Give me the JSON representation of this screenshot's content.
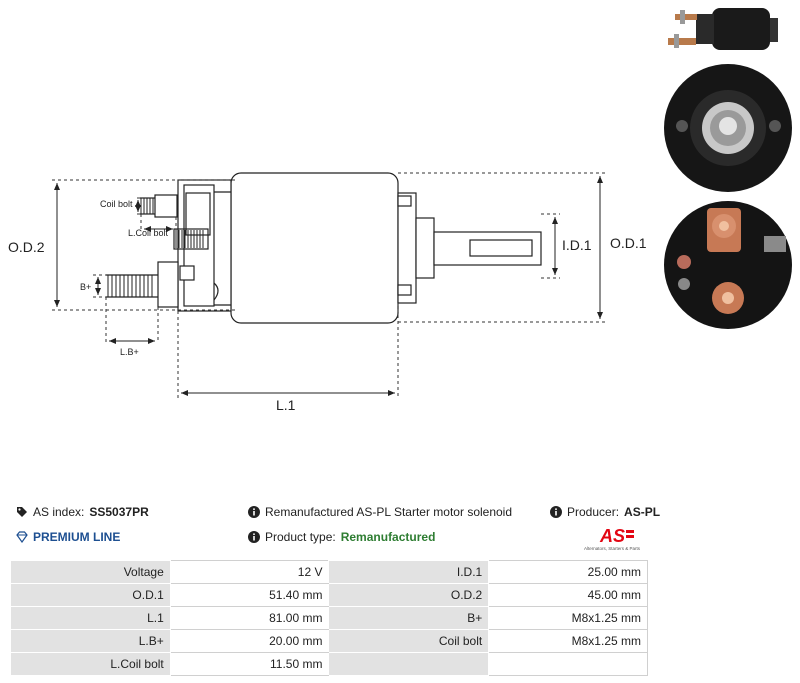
{
  "drawing": {
    "labels": {
      "od2": "O.D.2",
      "od1": "O.D.1",
      "id1": "I.D.1",
      "l1": "L.1",
      "coil_bolt": "Coil bolt",
      "l_coil_bolt": "L.Coil bolt",
      "b_plus": "B+",
      "l_b_plus": "L.B+"
    }
  },
  "info": {
    "as_index_label": "AS index:",
    "as_index_value": "SS5037PR",
    "description": "Remanufactured AS-PL Starter motor solenoid",
    "producer_label": "Producer:",
    "producer_value": "AS-PL",
    "premium_line": "PREMIUM LINE",
    "product_type_label": "Product type:",
    "product_type_value": "Remanufactured",
    "logo_text": "AS",
    "logo_tagline": "Alternators, Starters & Parts"
  },
  "parameters": [
    {
      "label_left": "Voltage",
      "value_left": "12 V",
      "label_right": "I.D.1",
      "value_right": "25.00 mm"
    },
    {
      "label_left": "O.D.1",
      "value_left": "51.40 mm",
      "label_right": "O.D.2",
      "value_right": "45.00 mm"
    },
    {
      "label_left": "L.1",
      "value_left": "81.00 mm",
      "label_right": "B+",
      "value_right": "M8x1.25 mm"
    },
    {
      "label_left": "L.B+",
      "value_left": "20.00 mm",
      "label_right": "Coil bolt",
      "value_right": "M8x1.25 mm"
    },
    {
      "label_left": "L.Coil bolt",
      "value_left": "11.50 mm",
      "label_right": "",
      "value_right": ""
    }
  ],
  "colors": {
    "brand_red": "#e30613",
    "premium_blue": "#1d4f91",
    "remanufactured_green": "#2e7d32",
    "table_label_bg": "#e2e2e2"
  }
}
